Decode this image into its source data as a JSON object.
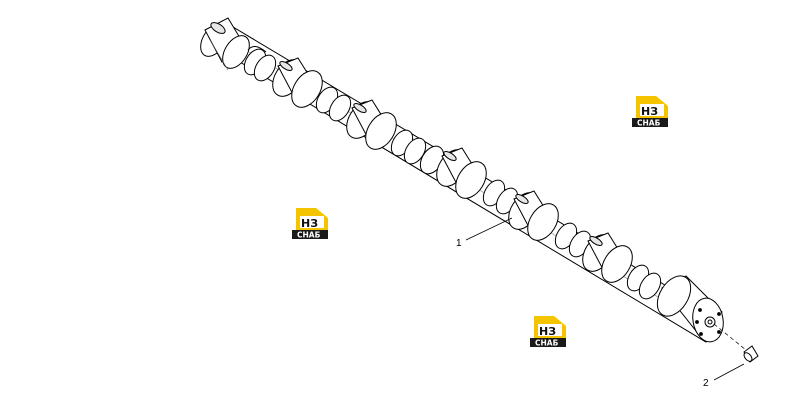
{
  "callouts": [
    {
      "number": "1",
      "part": "camshaft"
    },
    {
      "number": "2",
      "part": "dowel-pin"
    }
  ],
  "watermark": {
    "letters": "НЗ",
    "caption": "СНАБ",
    "accent_color": "#f5c400",
    "dark_color": "#1a1a1a"
  },
  "drawing_colors": {
    "line": "#000000",
    "background": "#ffffff",
    "shading": "#d9d9d9"
  }
}
